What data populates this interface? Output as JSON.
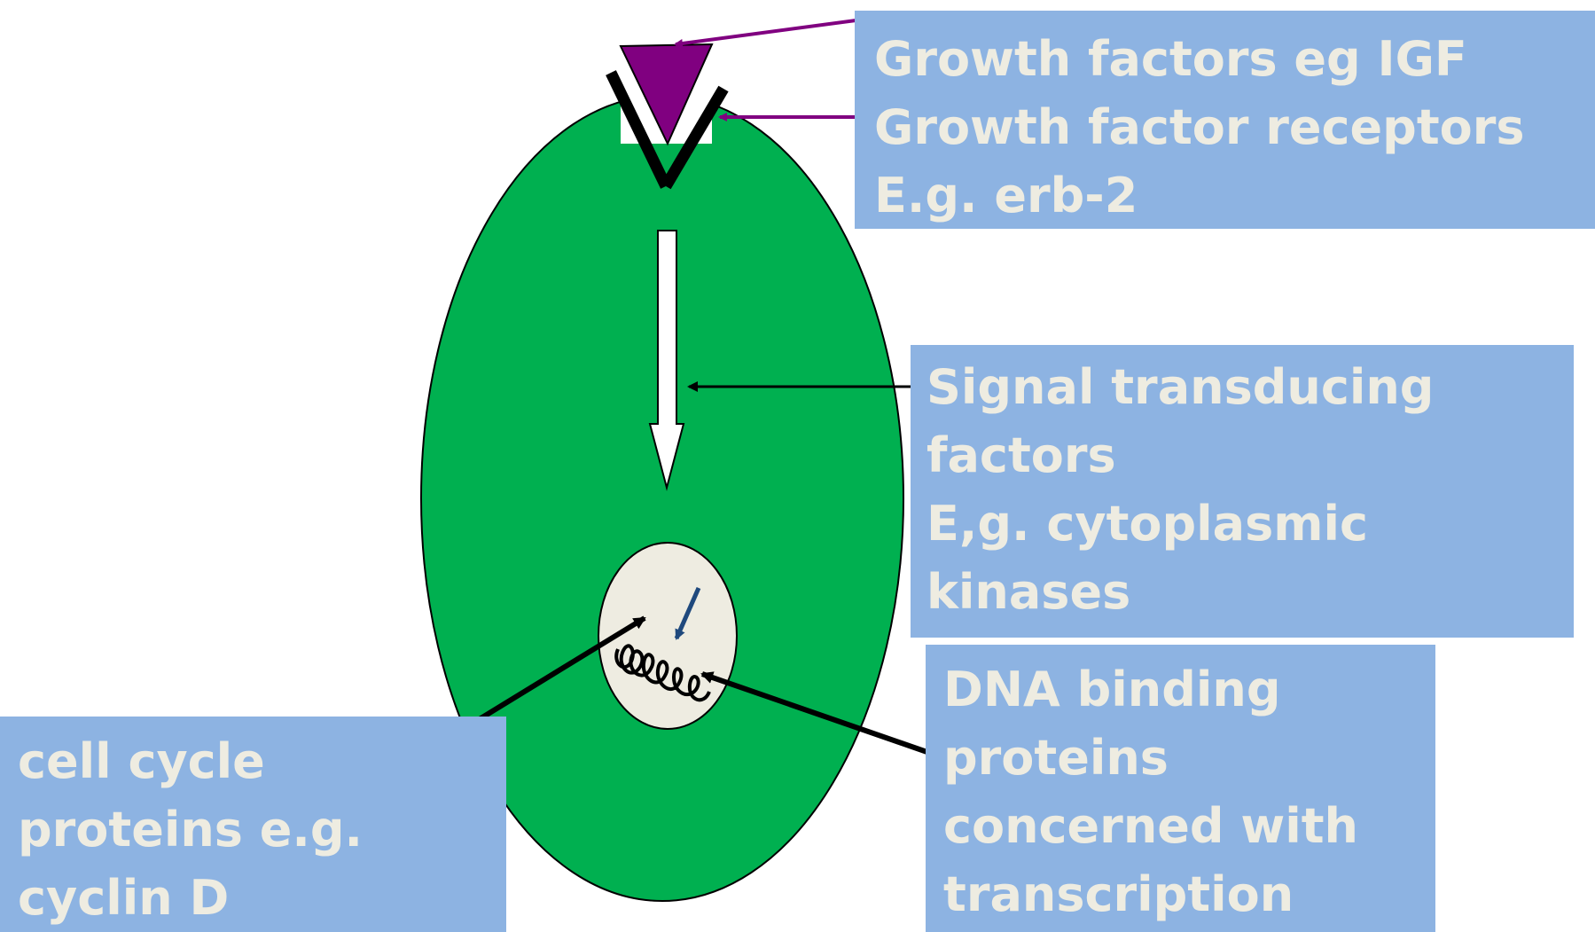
{
  "title": "",
  "colors": {
    "cell": "#00b050",
    "nucleus": "#eeece1",
    "label_background": "#8db3e2",
    "label_text": "#eeece1",
    "growth_factor": "#800080",
    "receptor": "#000000",
    "dna_arrow": "#1f497d"
  },
  "labels": {
    "growth_factors": {
      "lines": [
        "Growth factors eg IGF",
        "Growth factor receptors",
        "E.g. erb-2"
      ]
    },
    "signal_transducing": {
      "lines": [
        "Signal transducing",
        "factors",
        "E,g. cytoplasmic",
        "kinases"
      ]
    },
    "dna_binding": {
      "lines": [
        "DNA binding",
        "proteins",
        "concerned with",
        "transcription"
      ]
    },
    "cell_cycle": {
      "lines": [
        "cell cycle",
        "proteins e.g.",
        "cyclin D"
      ]
    }
  }
}
